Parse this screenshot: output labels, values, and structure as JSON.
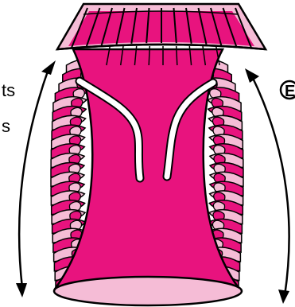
{
  "labels": {
    "left_top": "ts",
    "left_bottom": "s",
    "right_marker": "E"
  },
  "colors": {
    "magenta": "#e8137e",
    "light_pink": "#f5bcd6",
    "outline": "#000000",
    "background": "#ffffff"
  }
}
